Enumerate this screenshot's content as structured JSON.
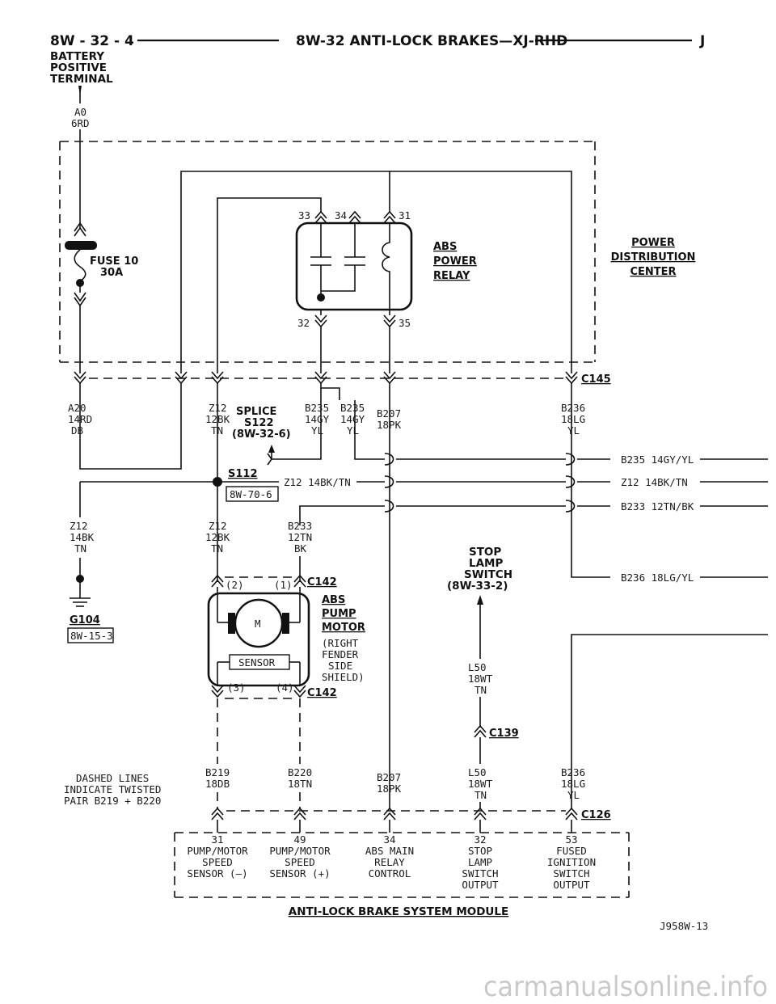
{
  "header": {
    "page_ref": "8W - 32 - 4",
    "title": "8W-32 ANTI-LOCK BRAKES—XJ-RHD",
    "model_code": "J"
  },
  "battery": {
    "label_line1": "BATTERY",
    "label_line2": "POSITIVE",
    "label_line3": "TERMINAL",
    "circuit": "A0",
    "wire": "6RD"
  },
  "pdc": {
    "label_line1": "POWER",
    "label_line2": "DISTRIBUTION",
    "label_line3": "CENTER",
    "fuse_line1": "FUSE 10",
    "fuse_line2": "30A"
  },
  "relay": {
    "label_line1": "ABS",
    "label_line2": "POWER",
    "label_line3": "RELAY",
    "pin_33": "33",
    "pin_34": "34",
    "pin_31": "31",
    "pin_32": "32",
    "pin_35": "35"
  },
  "connectors": {
    "c145": "C145",
    "c142_top": "C142",
    "c142_bottom": "C142",
    "c139": "C139",
    "c126": "C126"
  },
  "wires": {
    "a20": {
      "circuit": "A20",
      "gauge": "14RD",
      "color": "DB"
    },
    "z12_a": {
      "circuit": "Z12",
      "gauge": "12BK",
      "color": "TN"
    },
    "b235_a": {
      "circuit": "B235",
      "gauge": "14GY",
      "color": "YL"
    },
    "b235_b": {
      "circuit": "B235",
      "gauge": "14GY",
      "color": "YL"
    },
    "b207_top": {
      "circuit": "B207",
      "gauge": "18PK"
    },
    "b236_top": {
      "circuit": "B236",
      "gauge": "18LG",
      "color": "YL"
    },
    "z12_left": {
      "circuit": "Z12",
      "gauge": "14BK",
      "color": "TN"
    },
    "z12_mid": {
      "circuit": "Z12",
      "gauge": "12BK",
      "color": "TN"
    },
    "b233": {
      "circuit": "B233",
      "gauge": "12TN",
      "color": "BK"
    },
    "l50_top": {
      "circuit": "L50",
      "gauge": "18WT",
      "color": "TN"
    },
    "b219": {
      "circuit": "B219",
      "gauge": "18DB"
    },
    "b220": {
      "circuit": "B220",
      "gauge": "18TN"
    },
    "b207_bot": {
      "circuit": "B207",
      "gauge": "18PK"
    },
    "l50_bot": {
      "circuit": "L50",
      "gauge": "18WT",
      "color": "TN"
    },
    "b236_bot": {
      "circuit": "B236",
      "gauge": "18LG",
      "color": "YL"
    }
  },
  "splice": {
    "line1": "SPLICE",
    "line2": "S122",
    "line3": "(8W-32-6)"
  },
  "s112": {
    "label": "S112",
    "ref": "8W-70-6"
  },
  "ground": {
    "label": "G104",
    "ref": "8W-15-3"
  },
  "right_leads": {
    "r1": "B235 14GY/YL",
    "r2": "Z12 14BK/TN",
    "r3": "B233 12TN/BK",
    "r4": "B236 18LG/YL"
  },
  "stop_lamp": {
    "line1": "STOP",
    "line2": "LAMP",
    "line3": "SWITCH",
    "line4": "(8W-33-2)"
  },
  "pump": {
    "line1": "ABS",
    "line2": "PUMP",
    "line3": "MOTOR",
    "note1": "(RIGHT",
    "note2": "FENDER",
    "note3": "SIDE",
    "note4": "SHIELD)",
    "motor_symbol": "M",
    "sensor_label": "SENSOR",
    "pin1": "(1)",
    "pin2": "(2)",
    "pin3": "(3)",
    "pin4": "(4)"
  },
  "dashed_note": {
    "line1": "DASHED LINES",
    "line2": "INDICATE TWISTED",
    "line3": "PAIR B219 + B220"
  },
  "module": {
    "title": "ANTI-LOCK BRAKE SYSTEM MODULE",
    "pins": [
      {
        "num": "31",
        "l1": "PUMP/MOTOR",
        "l2": "SPEED",
        "l3": "SENSOR (—)",
        "l4": ""
      },
      {
        "num": "49",
        "l1": "PUMP/MOTOR",
        "l2": "SPEED",
        "l3": "SENSOR (+)",
        "l4": ""
      },
      {
        "num": "34",
        "l1": "ABS MAIN",
        "l2": "RELAY",
        "l3": "CONTROL",
        "l4": ""
      },
      {
        "num": "32",
        "l1": "STOP",
        "l2": "LAMP",
        "l3": "SWITCH",
        "l4": "OUTPUT"
      },
      {
        "num": "53",
        "l1": "FUSED",
        "l2": "IGNITION",
        "l3": "SWITCH",
        "l4": "OUTPUT"
      }
    ]
  },
  "figure_id": "J958W-13",
  "watermark": "carmanualsonline.info"
}
